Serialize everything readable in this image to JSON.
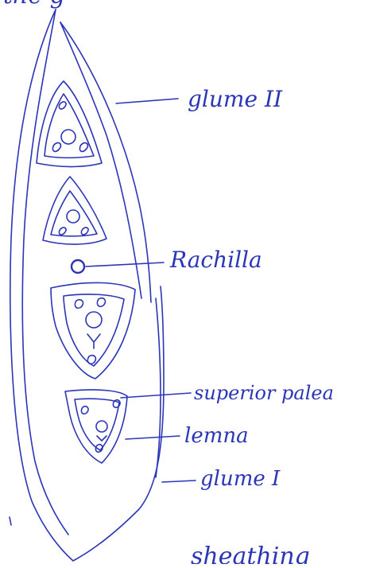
{
  "colors": {
    "ink": "#2b35b8",
    "paper": "#ffffff"
  },
  "labels": {
    "top_partial": "the g",
    "glume_2": "glume II",
    "rachilla": "Rachilla",
    "superior_palea": "superior palea",
    "lemma": "lemna",
    "glume_1": "glume I",
    "bottom_partial": "sheathing"
  }
}
